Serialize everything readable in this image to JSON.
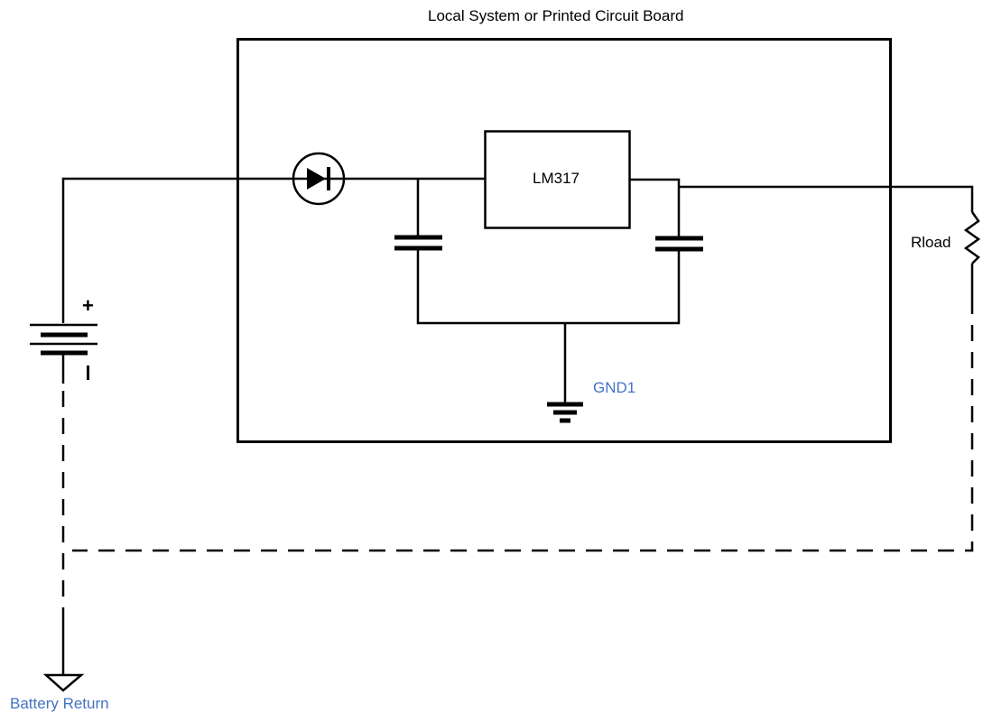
{
  "diagram": {
    "title": "Local System or Printed Circuit Board",
    "components": {
      "regulator": {
        "label": "LM317"
      },
      "load_resistor": {
        "label": "Rload"
      },
      "local_ground": {
        "label": "GND1"
      },
      "battery": {
        "positive_label": "+",
        "negative_label": "-"
      },
      "battery_return": {
        "label": "Battery Return"
      },
      "diode": {
        "type": "diode"
      },
      "input_capacitor": {
        "type": "capacitor"
      },
      "output_capacitor": {
        "type": "capacitor"
      }
    },
    "colors": {
      "wire": "#000000",
      "net_label": "#4472c4"
    }
  }
}
